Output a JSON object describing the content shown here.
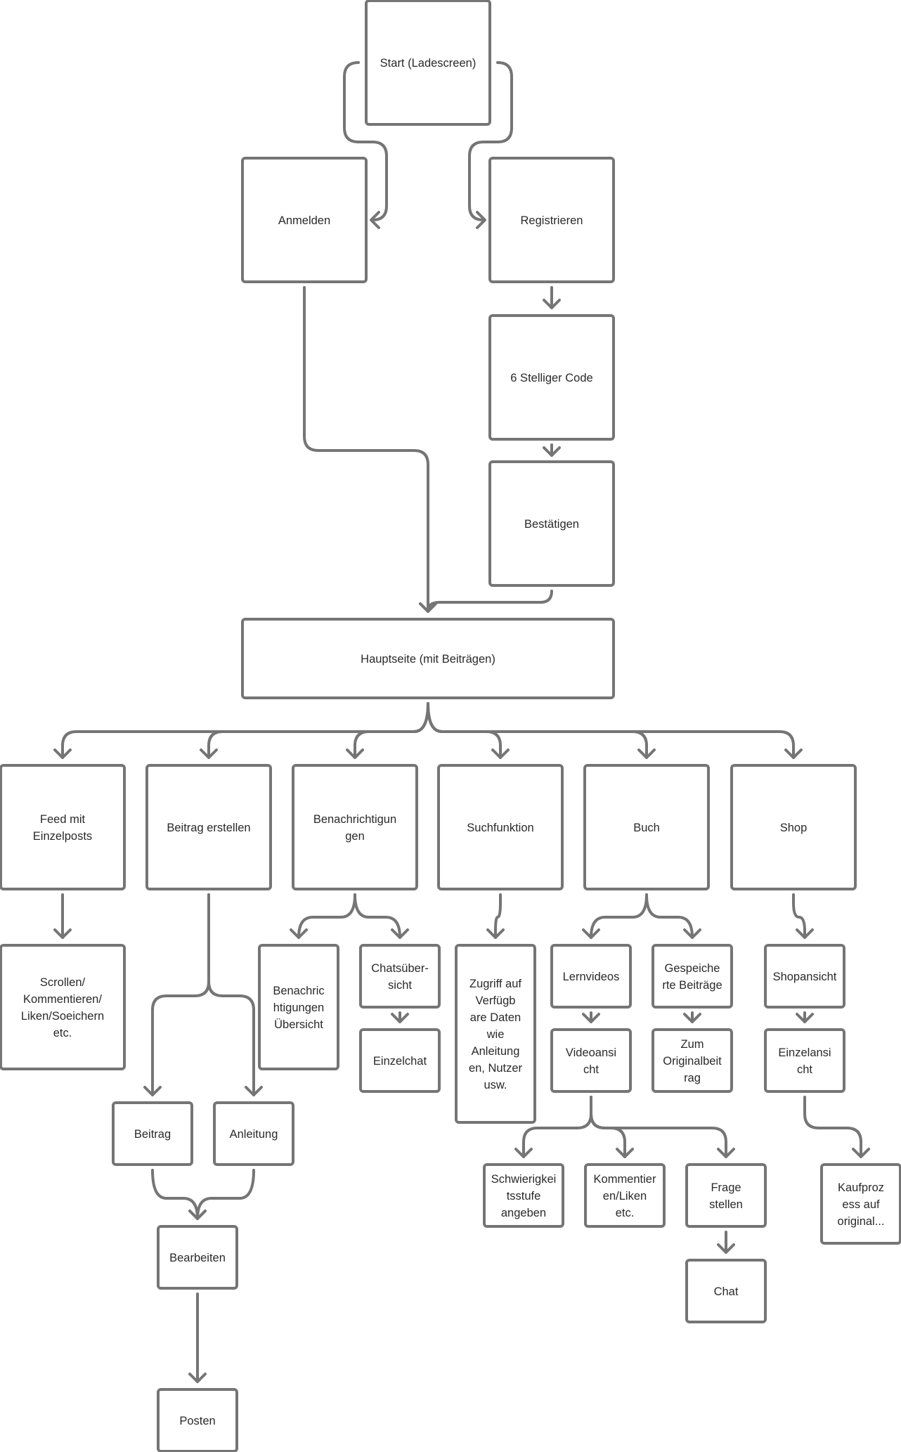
{
  "nodes": [
    {
      "id": "start",
      "lines": [
        "Start (Ladescreen)"
      ]
    },
    {
      "id": "anmelden",
      "lines": [
        "Anmelden"
      ]
    },
    {
      "id": "registrieren",
      "lines": [
        "Registrieren"
      ]
    },
    {
      "id": "code",
      "lines": [
        "6 Stelliger Code"
      ]
    },
    {
      "id": "bestaetigen",
      "lines": [
        "Bestätigen"
      ]
    },
    {
      "id": "hauptseite",
      "lines": [
        "Hauptseite (mit Beiträgen)"
      ]
    },
    {
      "id": "feed",
      "lines": [
        "Feed mit",
        "Einzelposts"
      ]
    },
    {
      "id": "beitrag-erstellen",
      "lines": [
        "Beitrag erstellen"
      ]
    },
    {
      "id": "benachrichtigungen",
      "lines": [
        "Benachrichtigun",
        "gen"
      ]
    },
    {
      "id": "suchfunktion",
      "lines": [
        "Suchfunktion"
      ]
    },
    {
      "id": "buch",
      "lines": [
        "Buch"
      ]
    },
    {
      "id": "shop",
      "lines": [
        "Shop"
      ]
    },
    {
      "id": "scrollen",
      "lines": [
        "Scrollen/",
        "Kommentieren/",
        "Liken/Soeichern",
        "etc."
      ]
    },
    {
      "id": "benachrichtigungen-uebersicht",
      "lines": [
        "Benachric",
        "htigungen",
        "Übersicht"
      ]
    },
    {
      "id": "chatuebersicht",
      "lines": [
        "Chatsüber-",
        "sicht"
      ]
    },
    {
      "id": "einzelchat",
      "lines": [
        "Einzelchat"
      ]
    },
    {
      "id": "zugriff",
      "lines": [
        "Zugriff auf",
        "Verfügb",
        "are Daten",
        "wie",
        "Anleitung",
        "en, Nutzer",
        "usw."
      ]
    },
    {
      "id": "lernvideos",
      "lines": [
        "Lernvideos"
      ]
    },
    {
      "id": "gespeicherte",
      "lines": [
        "Gespeiche",
        "rte Beiträge"
      ]
    },
    {
      "id": "videoansicht",
      "lines": [
        "Videoansi",
        "cht"
      ]
    },
    {
      "id": "originalbeitrag",
      "lines": [
        "Zum",
        "Originalbeit",
        "rag"
      ]
    },
    {
      "id": "shopansicht",
      "lines": [
        "Shopansicht"
      ]
    },
    {
      "id": "einzelansicht",
      "lines": [
        "Einzelansi",
        "cht"
      ]
    },
    {
      "id": "beitrag",
      "lines": [
        "Beitrag"
      ]
    },
    {
      "id": "anleitung",
      "lines": [
        "Anleitung"
      ]
    },
    {
      "id": "schwierigkeit",
      "lines": [
        "Schwierigkei",
        "tsstufe",
        "angeben"
      ]
    },
    {
      "id": "kommentieren",
      "lines": [
        "Kommentier",
        "en/Liken",
        "etc."
      ]
    },
    {
      "id": "frage",
      "lines": [
        "Frage",
        "stellen"
      ]
    },
    {
      "id": "kaufprozess",
      "lines": [
        "Kaufproz",
        "ess auf",
        "original..."
      ]
    },
    {
      "id": "bearbeiten",
      "lines": [
        "Bearbeiten"
      ]
    },
    {
      "id": "chat",
      "lines": [
        "Chat"
      ]
    },
    {
      "id": "posten",
      "lines": [
        "Posten"
      ]
    }
  ],
  "edges": [
    [
      "start",
      "anmelden"
    ],
    [
      "start",
      "registrieren"
    ],
    [
      "registrieren",
      "code"
    ],
    [
      "code",
      "bestaetigen"
    ],
    [
      "anmelden",
      "hauptseite"
    ],
    [
      "bestaetigen",
      "hauptseite"
    ],
    [
      "hauptseite",
      "feed"
    ],
    [
      "hauptseite",
      "beitrag-erstellen"
    ],
    [
      "hauptseite",
      "benachrichtigungen"
    ],
    [
      "hauptseite",
      "suchfunktion"
    ],
    [
      "hauptseite",
      "buch"
    ],
    [
      "hauptseite",
      "shop"
    ],
    [
      "feed",
      "scrollen"
    ],
    [
      "beitrag-erstellen",
      "beitrag"
    ],
    [
      "beitrag-erstellen",
      "anleitung"
    ],
    [
      "beitrag",
      "bearbeiten"
    ],
    [
      "anleitung",
      "bearbeiten"
    ],
    [
      "bearbeiten",
      "posten"
    ],
    [
      "benachrichtigungen",
      "benachrichtigungen-uebersicht"
    ],
    [
      "benachrichtigungen",
      "chatuebersicht"
    ],
    [
      "chatuebersicht",
      "einzelchat"
    ],
    [
      "suchfunktion",
      "zugriff"
    ],
    [
      "buch",
      "lernvideos"
    ],
    [
      "buch",
      "gespeicherte"
    ],
    [
      "lernvideos",
      "videoansicht"
    ],
    [
      "gespeicherte",
      "originalbeitrag"
    ],
    [
      "videoansicht",
      "schwierigkeit"
    ],
    [
      "videoansicht",
      "kommentieren"
    ],
    [
      "videoansicht",
      "frage"
    ],
    [
      "frage",
      "chat"
    ],
    [
      "shop",
      "shopansicht"
    ],
    [
      "shopansicht",
      "einzelansicht"
    ],
    [
      "einzelansicht",
      "kaufprozess"
    ]
  ]
}
